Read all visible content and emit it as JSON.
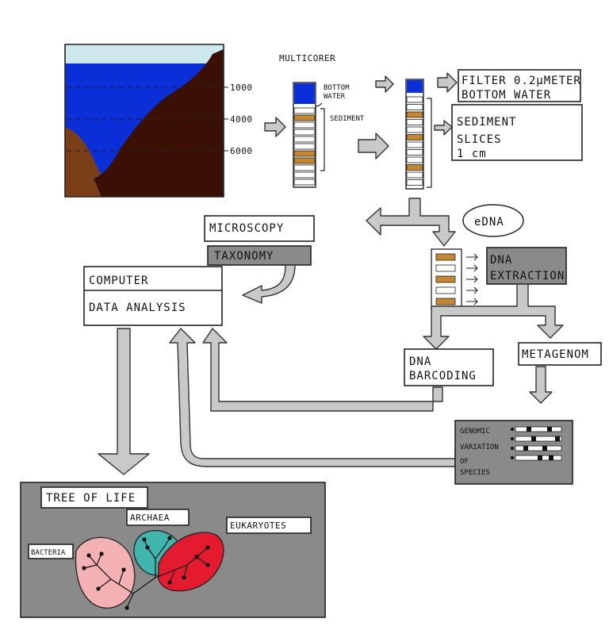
{
  "colors": {
    "sky": "#cde9ee",
    "water": "#0a2fd8",
    "seafloor": "#3a1005",
    "rock": "#7a3e18",
    "sediment": "#c5872f",
    "panel_gray": "#8a8a8a",
    "arrow_gray": "#c9c9c9",
    "bacteria": "#f3b1b3",
    "archaea": "#3fb5ad",
    "eukaryotes": "#e41b2e"
  },
  "depths": [
    "1000",
    "4000",
    "6000"
  ],
  "sampling": {
    "multicorer": "MULTICORER",
    "bottom_water": [
      "BOTTOM",
      "WATER"
    ],
    "sediment": "SEDIMENT"
  },
  "outputs": {
    "filter": [
      "FILTER 0.2µMETER",
      "BOTTOM WATER"
    ],
    "slices": [
      "SEDIMENT",
      "SLICES",
      "1 cm"
    ]
  },
  "edna": "eDNA",
  "microscopy": "MICROSCOPY",
  "taxonomy": "TAXONOMY",
  "computer": [
    "COMPUTER",
    "DATA ANALYSIS"
  ],
  "extraction": [
    "DNA",
    "EXTRACTION"
  ],
  "barcoding": [
    "DNA",
    "BARCODING"
  ],
  "metagenome": "METAGENOM",
  "genomic": [
    "GENOMIC",
    "VARIATION",
    "OF",
    "SPECIES"
  ],
  "tree": {
    "title": "TREE OF LIFE",
    "archaea": "ARCHAEA",
    "eukaryotes": "EUKARYOTES",
    "bacteria": "BACTERIA"
  }
}
